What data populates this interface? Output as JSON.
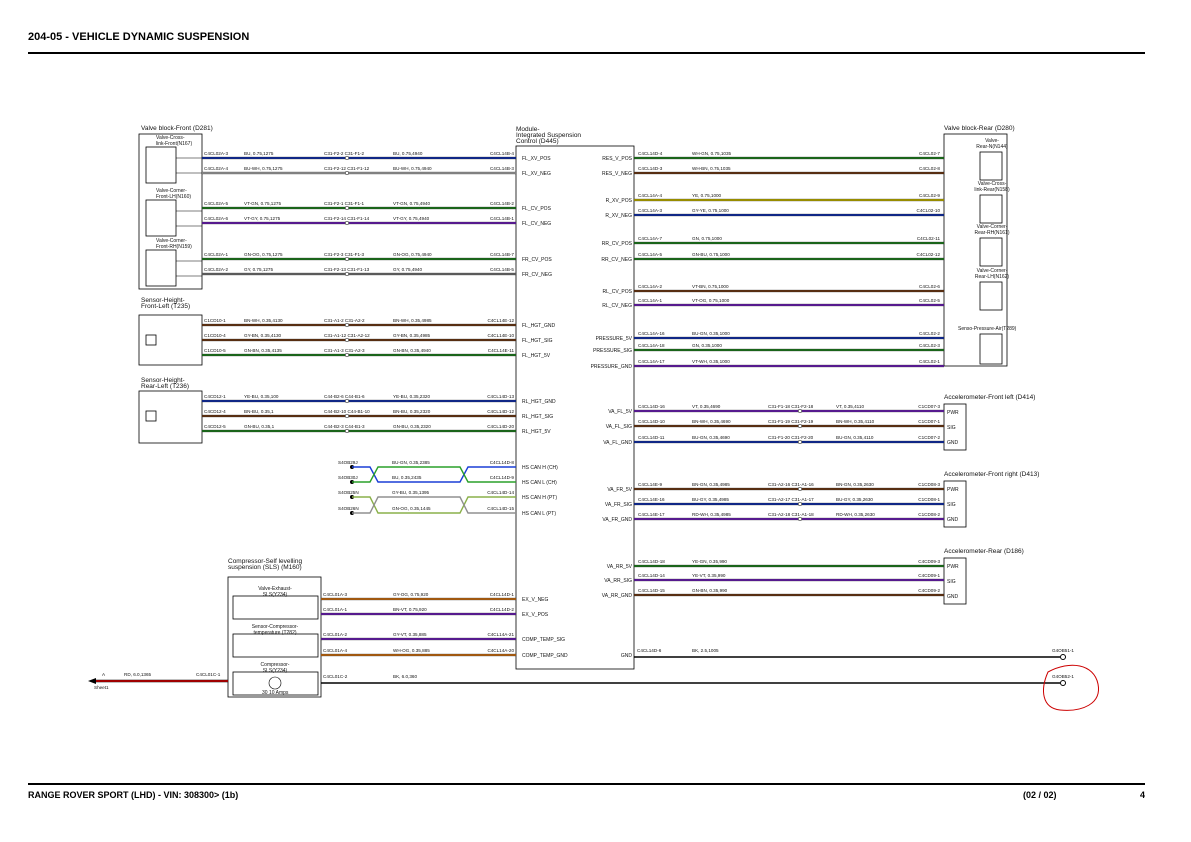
{
  "header": {
    "title": "204-05 - VEHICLE DYNAMIC SUSPENSION"
  },
  "footer": {
    "vehicle": "RANGE ROVER SPORT  (LHD) - VIN: 308300>  (1b)",
    "page_of": "(02 / 02)",
    "page": "4"
  },
  "colors": {
    "BU": "#1a3fd6",
    "BN": "#8b4a1e",
    "VT": "#8a2be2",
    "GN": "#2aa02a",
    "YE": "#f1e000",
    "RD": "#d40000",
    "GY": "#909090",
    "WH": "#cccccc",
    "BK": "#000000",
    "OG": "#ff8c1a",
    "annotation": "#cc0000"
  },
  "components": {
    "valve_front": {
      "title": "Valve block-Front (D281)",
      "sub1": "Valve-Cross-\nlink-Front(N167)",
      "sub2": "Valve-Corner-\nFront-LH(N160)",
      "sub3": "Valve-Corner-\nFront-RH(N159)"
    },
    "sensor_fl": {
      "title": "Sensor-Height-\nFront-Left (T235)"
    },
    "sensor_rl": {
      "title": "Sensor-Height-\nRear-Left (T236)"
    },
    "module": {
      "title": "Module-\nIntegrated Suspension\nControl (D445)"
    },
    "valve_rear": {
      "title": "Valve block-Rear (D280)",
      "sub1": "Valve-\nRear-N(N144)",
      "sub2": "Valve-Cross-\nlink-Rear(N158)",
      "sub3": "Valve-Corner-\nRear-RH(N161)",
      "sub4": "Valve-Corner-\nRear-LH(N162)",
      "sub5": "Senso-Pressure-Air(T289)"
    },
    "accel_fl": {
      "title": "Accelerometer-Front left (D414)"
    },
    "accel_fr": {
      "title": "Accelerometer-Front right (D413)"
    },
    "accel_r": {
      "title": "Accelerometer-Rear (D186)"
    },
    "compressor": {
      "title": "Compressor-Self levelling\nsuspension (SLS) (M160)",
      "sub1": "Valve-Exhaust-\nSLS(Y234)",
      "sub2": "Sensor-Compressor-\ntemperature (T282)",
      "sub3": "Compressor-\nSLS(Y234)",
      "fuse": "30 10 Amps"
    }
  },
  "pins": {
    "accel_pwr": "PWR",
    "accel_sig": "SIG",
    "accel_gnd": "GND",
    "module_left": [
      "FL_XV_POS",
      "FL_XV_NEG",
      "FL_CV_POS",
      "FL_CV_NEG",
      "FR_CV_POS",
      "FR_CV_NEG",
      "FL_HGT_GND",
      "FL_HGT_SIG",
      "FL_HGT_5V",
      "RL_HGT_GND",
      "RL_HGT_SIG",
      "RL_HGT_5V",
      "HS CAN H (CH)",
      "HS CAN L (CH)",
      "HS CAN H (PT)",
      "HS CAN L (PT)",
      "EX_V_NEG",
      "EX_V_POS",
      "COMP_TEMP_SIG",
      "COMP_TEMP_GND"
    ],
    "module_right": [
      "RES_V_POS",
      "RES_V_NEG",
      "R_XV_POS",
      "R_XV_NEG",
      "RR_CV_POS",
      "RR_CV_NEG",
      "RL_CV_POS",
      "RL_CV_NEG",
      "PRESSURE_5V",
      "PRESSURE_SIG",
      "PRESSURE_GND",
      "VA_FL_5V",
      "VA_FL_SIG",
      "VA_FL_GND",
      "VA_FR_5V",
      "VA_FR_SIG",
      "VA_FR_GND",
      "VA_RR_5V",
      "VA_RR_SIG",
      "VA_RR_GND",
      "GND"
    ]
  },
  "splices": [
    "S4OB29J",
    "S4OB30J",
    "S4OB25N",
    "S4OB26N"
  ],
  "grounds": [
    "G4OB51-1",
    "G4OB52-1"
  ],
  "sheet_ref": {
    "letter": "A",
    "label": "Sheet1"
  },
  "wires": {
    "lf": [
      {
        "c1": "C4CL02A-3",
        "w1": "BU, 0.75,1275",
        "s": "C31-F2-2 C31-F1-2",
        "w2": "BU, 0.75,4940",
        "c2": "C4CL14B-4",
        "col": "BU"
      },
      {
        "c1": "C4CL02A-4",
        "w1": "BU-WH, 0.75,1275",
        "s": "C31-F2-12 C31-F1-12",
        "w2": "BU-WH, 0.75,4940",
        "c2": "C4CL14B-3",
        "col": "WH"
      },
      {
        "c1": "C4CL02A-5",
        "w1": "VT-GN, 0.75,1275",
        "s": "C31-F2-1 C31-F1-1",
        "w2": "VT-GN, 0.75,4940",
        "c2": "C4CL14B-2",
        "col": "GN"
      },
      {
        "c1": "C4CL02A-6",
        "w1": "VT-GY, 0.75,1275",
        "s": "C31-F2-14 C31-F1-14",
        "w2": "VT-GY, 0.75,4940",
        "c2": "C4CL14B-1",
        "col": "VT"
      },
      {
        "c1": "C4CL02A-1",
        "w1": "GN-OG, 0.75,1275",
        "s": "C31-F2-3 C31-F1-3",
        "w2": "GN-OG, 0.75,4940",
        "c2": "C4CL14B-7",
        "col": "GN"
      },
      {
        "c1": "C4CL02A-2",
        "w1": "GY, 0.75,1275",
        "s": "C31-F2-13 C31-F1-13",
        "w2": "GY, 0.75,4940",
        "c2": "C4CL14B-5",
        "col": "GY"
      },
      {
        "c1": "C1CD10-1",
        "w1": "BN-WH, 0.35,4130",
        "s": "C31-A1-2 C31-A2-2",
        "w2": "BN-WH, 0.35,4985",
        "c2": "C4CL14E-12",
        "col": "BN"
      },
      {
        "c1": "C1CD10-4",
        "w1": "GY-BN, 0.35,4130",
        "s": "C31-A1-12 C31-A2-12",
        "w2": "GY-BN, 0.35,4985",
        "c2": "C4CL14E-10",
        "col": "BN"
      },
      {
        "c1": "C1CD10-5",
        "w1": "GN-BN, 0.35,4135",
        "s": "C31-A1-3 C31-A2-3",
        "w2": "GN-BN, 0.35,4940",
        "c2": "C4CL14E-11",
        "col": "GN"
      },
      {
        "c1": "C4CD12-1",
        "w1": "YE-BU, 0.35,100",
        "s": "C44-B2-6 C44-B1-6",
        "w2": "YE-BU, 0.35,2320",
        "c2": "C4CL14D-13",
        "col": "BU"
      },
      {
        "c1": "C4CD12-4",
        "w1": "BN-BU, 0.35,1",
        "s": "C44-B2-10 C44-B1-10",
        "w2": "BN-BU, 0.35,2320",
        "c2": "C4CL14D-12",
        "col": "BN"
      },
      {
        "c1": "C4CD12-5",
        "w1": "GN-BU, 0.35,1",
        "s": "C44-B2-3 C44-B1-3",
        "w2": "GN-BU, 0.35,2320",
        "c2": "C4CL14D-20",
        "col": "GN"
      }
    ],
    "can": [
      {
        "w": "BU-GN, 0.35,2385",
        "c": "C4CL14D-8"
      },
      {
        "w": "BU, 0.35,2435",
        "c": "C4CL14D-9"
      },
      {
        "w": "GY-BU, 0.35,1395",
        "c": "C4CL14D-14"
      },
      {
        "w": "GN-OG, 0.35,1445",
        "c": "C4CL14D-15"
      }
    ],
    "comp": [
      {
        "c1": "C4CL01A-3",
        "w": "GY-OG, 0.75,920",
        "c2": "C4CL14D-1",
        "col": "OG"
      },
      {
        "c1": "C4CL01A-1",
        "w": "BN-VT, 0.75,920",
        "c2": "C4CL14D-2",
        "col": "VT"
      },
      {
        "c1": "C4CL01A-2",
        "w": "GY-VT, 0.35,885",
        "c2": "C4CL14A-21",
        "col": "VT"
      },
      {
        "c1": "C4CL01A-4",
        "w": "WH-OG, 0.35,885",
        "c2": "C4CL14A-20",
        "col": "OG"
      }
    ],
    "rr": [
      {
        "c1": "C4CL14D-4",
        "w": "WH-GN, 0.75,1035",
        "c2": "C4CL02-7",
        "col": "GN"
      },
      {
        "c1": "C4CL14D-3",
        "w": "WH-BN, 0.75,1035",
        "c2": "C4CL02-8",
        "col": "BN"
      },
      {
        "c1": "C4CL14A-4",
        "w": "YE, 0.75,1000",
        "c2": "C4CL02-9",
        "col": "YE"
      },
      {
        "c1": "C4CL14A-3",
        "w": "GY-YE, 0.75,1000",
        "c2": "C4CL02-10",
        "col": "BU"
      },
      {
        "c1": "C4CL14A-7",
        "w": "GN, 0.75,1000",
        "c2": "C4CL02-11",
        "col": "GN"
      },
      {
        "c1": "C4CL14A-5",
        "w": "GN-BU, 0.75,1000",
        "c2": "C4CL02-12",
        "col": "GN"
      },
      {
        "c1": "C4CL14A-2",
        "w": "VT-BN, 0.75,1000",
        "c2": "C4CL02-6",
        "col": "BN"
      },
      {
        "c1": "C4CL14A-1",
        "w": "VT-OG, 0.75,1000",
        "c2": "C4CL02-5",
        "col": "VT"
      },
      {
        "c1": "C4CL14A-16",
        "w": "BU-GN, 0.35,1000",
        "c2": "C4CL02-2",
        "col": "BU"
      },
      {
        "c1": "C4CL14A-18",
        "w": "GN, 0.35,1000",
        "c2": "C4CL02-3",
        "col": "GN"
      },
      {
        "c1": "C4CL14A-17",
        "w": "VT-WH, 0.35,1000",
        "c2": "C4CL02-1",
        "col": "VT"
      }
    ],
    "acc": [
      {
        "c1": "C4CL14D-16",
        "w1": "VT, 0.35,4690",
        "s": "C31-F1-18 C31-F2-18",
        "w2": "VT, 0.35,4110",
        "c2": "C1CD07-3",
        "col": "VT"
      },
      {
        "c1": "C4CL14D-10",
        "w1": "BN-WH, 0.35,4690",
        "s": "C31-F1-19 C31-F2-19",
        "w2": "BN-WH, 0.35,4110",
        "c2": "C1CD07-1",
        "col": "BN"
      },
      {
        "c1": "C4CL14D-11",
        "w1": "BU-GN, 0.35,4690",
        "s": "C31-F1-20 C31-F2-20",
        "w2": "BU-GN, 0.35,4110",
        "c2": "C1CD07-2",
        "col": "BU"
      },
      {
        "c1": "C4CL14E-9",
        "w1": "BN-GN, 0.35,4985",
        "s": "C31-A2-16 C31-A1-16",
        "w2": "BN-GN, 0.35,2630",
        "c2": "C1CD08-3",
        "col": "BN"
      },
      {
        "c1": "C4CL14E-16",
        "w1": "BU-GY, 0.35,4985",
        "s": "C31-A2-17 C31-A1-17",
        "w2": "BU-GY, 0.35,2630",
        "c2": "C1CD08-1",
        "col": "BU"
      },
      {
        "c1": "C4CL14E-17",
        "w1": "RD-WH, 0.35,4985",
        "s": "C31-A2-18 C31-A1-18",
        "w2": "RD-WH, 0.35,2630",
        "c2": "C1CD08-2",
        "col": "VT"
      },
      {
        "c1": "C4CL14D-18",
        "w": "YE-GN, 0.35,990",
        "c2": "C4CD09-3",
        "col": "GN"
      },
      {
        "c1": "C4CL14D-14",
        "w": "YE-VT, 0.35,990",
        "c2": "C4CD09-1",
        "col": "VT"
      },
      {
        "c1": "C4CL14D-15",
        "w": "GN-BN, 0.35,990",
        "c2": "C4CD09-2",
        "col": "BN"
      }
    ],
    "gnd1": {
      "c1": "C4CL14D-6",
      "w": "BK, 2.5,1005"
    },
    "gnd2": {
      "c1": "C4CL01C-2",
      "w": "BK, 6.0,360"
    },
    "pwr": {
      "w": "RD, 6.0,1365",
      "c": "C4CL01C-1"
    }
  }
}
